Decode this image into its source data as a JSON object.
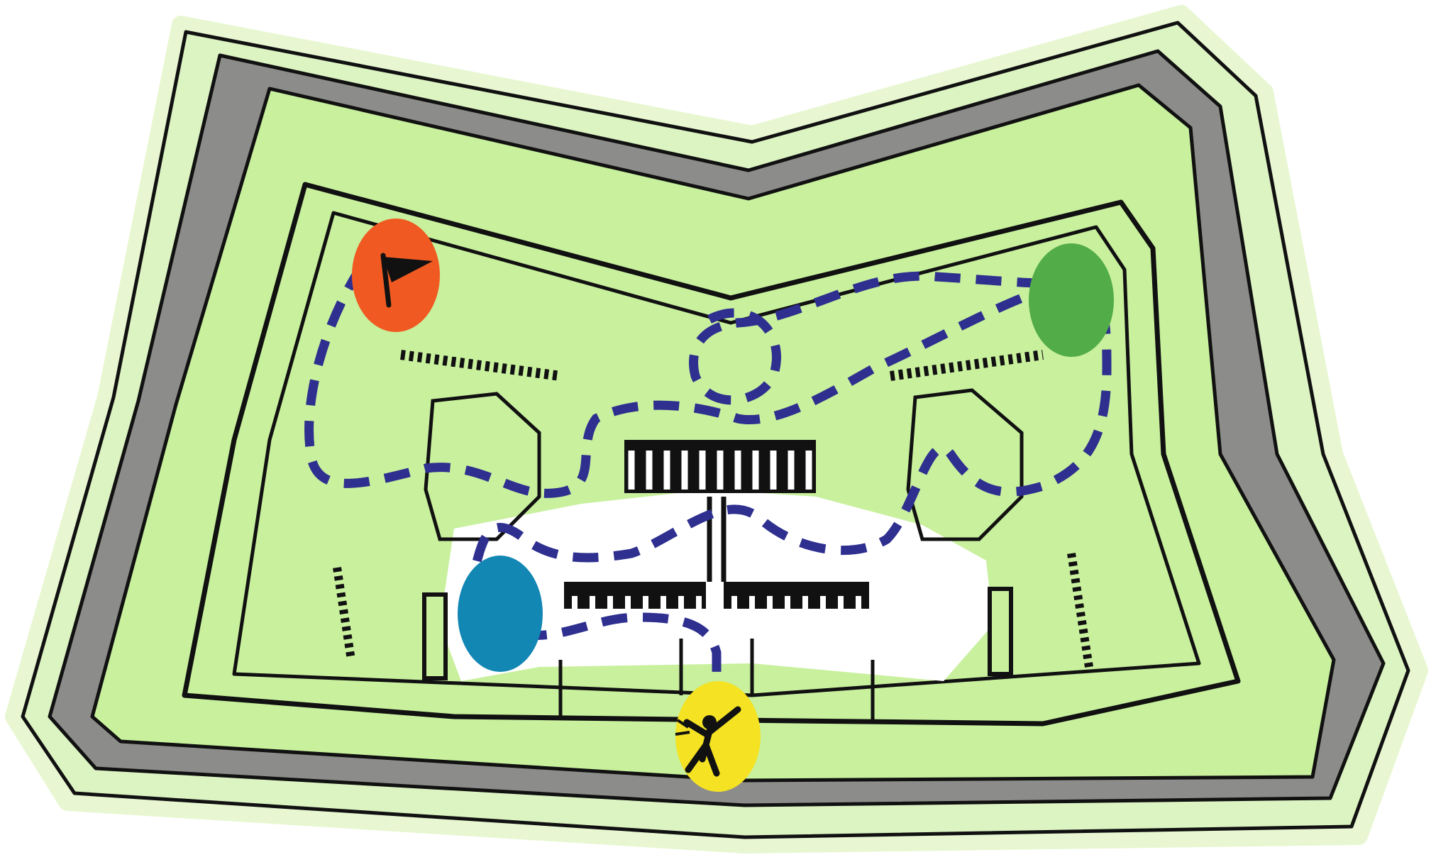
{
  "map": {
    "type": "fort-trail-map",
    "colors": {
      "glow": "#e8f7d2",
      "outer_ground": "#dcf3c2",
      "moat": "#8c8c8a",
      "grass": "#c8f09d",
      "courtyard": "#ffffff",
      "outline": "#111111",
      "trail": "#2e2f8f",
      "building": "#111111"
    },
    "markers": [
      {
        "name": "start-flag",
        "icon": "flag-icon",
        "color": "#f05a22"
      },
      {
        "name": "checkpoint-green",
        "icon": "none",
        "color": "#52ac47"
      },
      {
        "name": "checkpoint-blue",
        "icon": "none",
        "color": "#1287b4"
      },
      {
        "name": "visitor-point",
        "icon": "running-person-icon",
        "color": "#f4e223"
      }
    ]
  }
}
